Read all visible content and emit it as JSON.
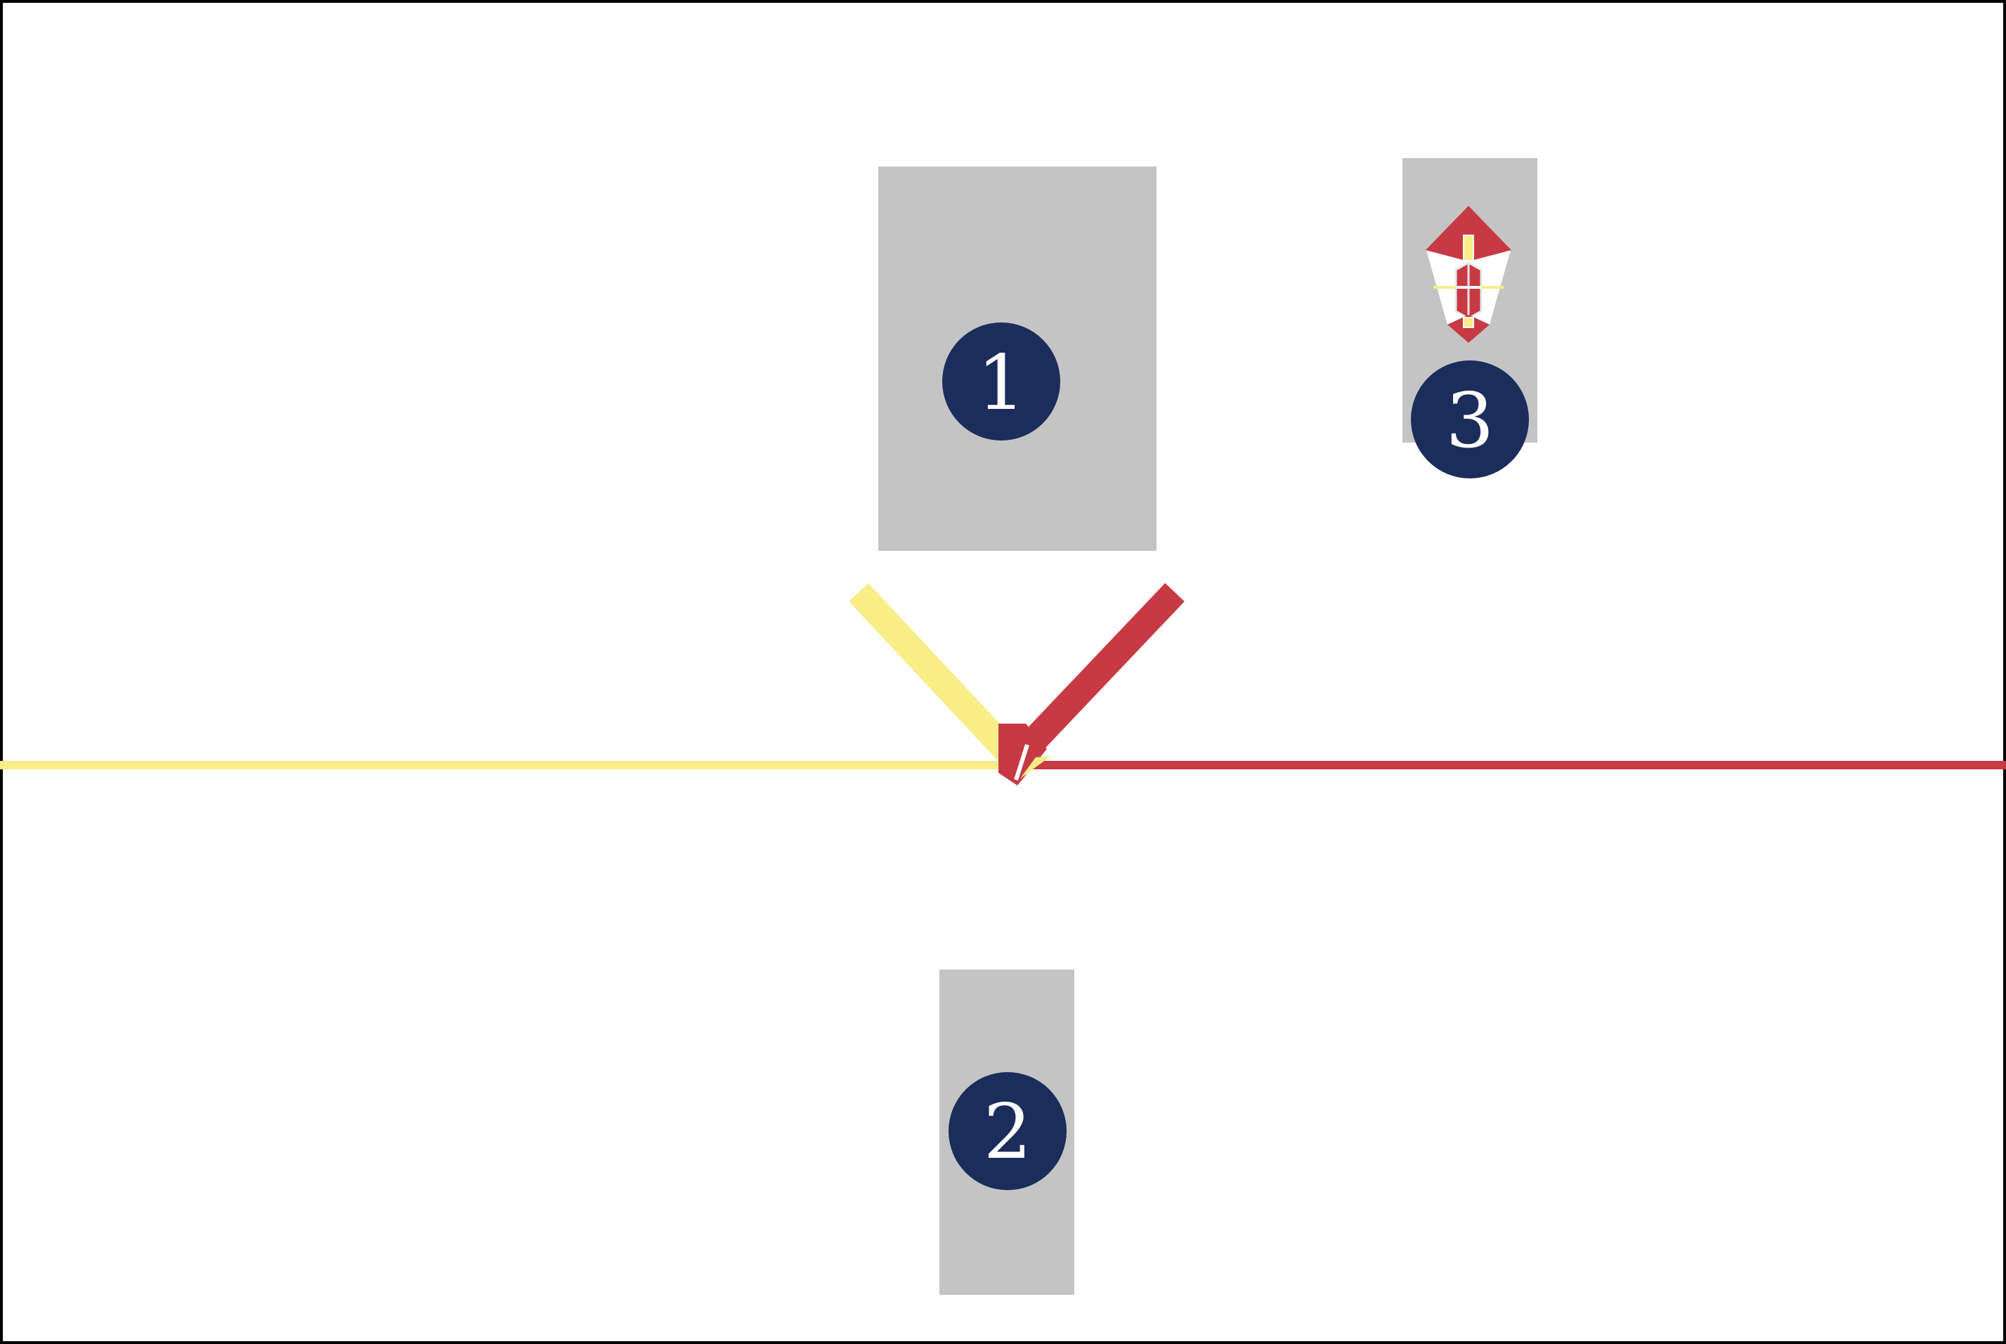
{
  "colors": {
    "background": "#ffffff",
    "border": "#000000",
    "panel_gray": "#c4c4c4",
    "marker_navy": "#1b2d5b",
    "marker_text": "#ffffff",
    "ray_yellow": "#f8ed87",
    "ray_red": "#c73a44"
  },
  "markers": [
    {
      "label": "1"
    },
    {
      "label": "2"
    },
    {
      "label": "3"
    }
  ],
  "icons": {
    "thumbnail_3": "refraction-diagram-thumbnail-icon"
  }
}
